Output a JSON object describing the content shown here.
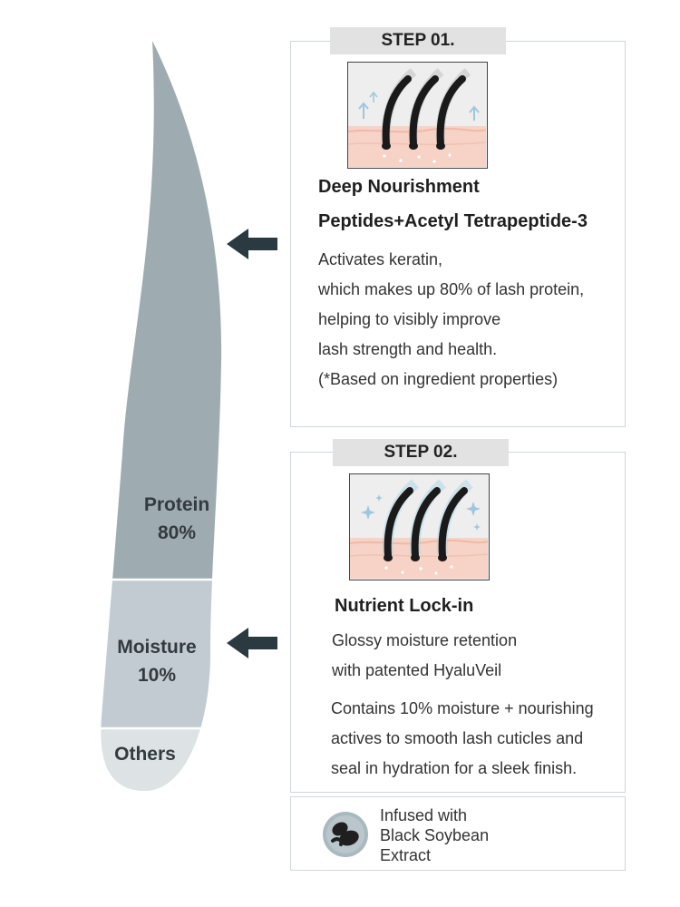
{
  "lash_chart": {
    "segments": [
      {
        "name": "Protein",
        "value": "80%",
        "color": "#9eabb1"
      },
      {
        "name": "Moisture",
        "value": "10%",
        "color": "#c1cbd1"
      },
      {
        "name": "Others",
        "value": "",
        "color": "#dde2e5"
      }
    ]
  },
  "step1": {
    "tab": "STEP 01.",
    "title": "Deep Nourishment",
    "subtitle": "Peptides+Acetyl Tetrapeptide-3",
    "lines": [
      "Activates keratin,",
      "which makes up 80% of lash protein,",
      "helping to visibly improve",
      "lash strength and health.",
      "(*Based on ingredient properties)"
    ]
  },
  "step2": {
    "tab": "STEP 02.",
    "title": "Nutrient Lock-in",
    "lines_a": [
      "Glossy moisture retention",
      "with patented HyaluVeil"
    ],
    "lines_b": [
      "Contains 10% moisture + nourishing",
      "actives to smooth lash cuticles and",
      "seal in hydration for a sleek finish."
    ]
  },
  "footer": {
    "lines": [
      "Infused with",
      "Black Soybean",
      "Extract"
    ],
    "icon": "black-soybean-icon"
  },
  "colors": {
    "arrow": "#2b3a40",
    "card_border": "#cfd6da",
    "skin": "#f6d3c6",
    "accent_blue": "#9fc6dc"
  }
}
